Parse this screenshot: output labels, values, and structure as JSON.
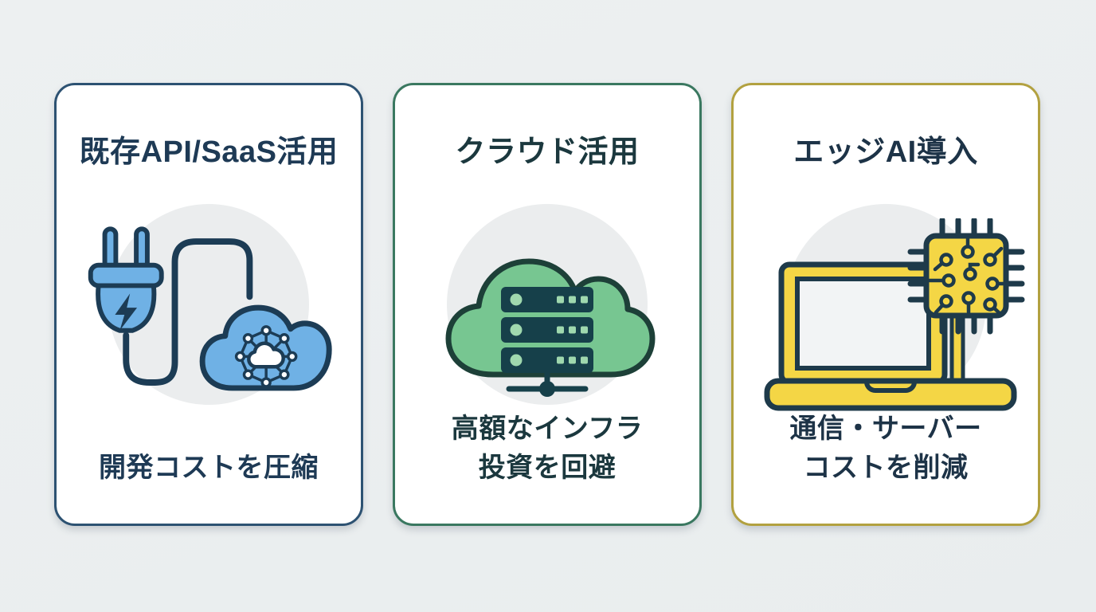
{
  "page": {
    "background_color": "#eceef0",
    "card_background": "#ffffff",
    "icon_circle_color": "#ebedee"
  },
  "cards": [
    {
      "title": "既存API/SaaS活用",
      "caption": "開発コストを圧縮",
      "border_color": "#2d5272",
      "text_color": "#1e3a55",
      "icon": "plug-cloud-icon",
      "icon_fill": "#6fb1e5",
      "icon_outline": "#1c3c55"
    },
    {
      "title": "クラウド活用",
      "caption": "高額なインフラ\n投資を回避",
      "border_color": "#3a7860",
      "text_color": "#1b383e",
      "icon": "cloud-server-icon",
      "icon_fill": "#77c691",
      "icon_outline": "#1d4038",
      "server_color": "#16404a",
      "server_accent": "#9fd8ae"
    },
    {
      "title": "エッジAI導入",
      "caption": "通信・サーバー\nコストを削減",
      "border_color": "#b2a140",
      "text_color": "#1d3347",
      "icon": "laptop-chip-icon",
      "icon_fill": "#f4d645",
      "icon_outline": "#1e3a4a"
    }
  ]
}
